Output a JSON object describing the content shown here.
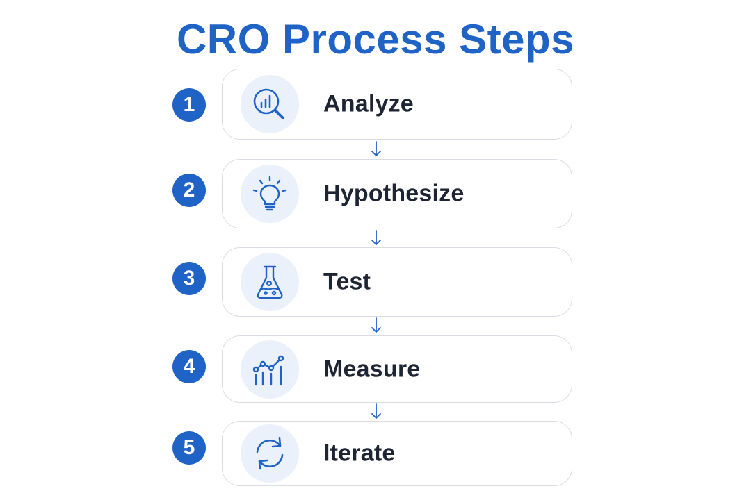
{
  "title": "CRO Process Steps",
  "colors": {
    "accent": "#1f63c6",
    "icon_background": "#eaf1fb",
    "card_border": "#d9dde3",
    "label_text": "#1d2433"
  },
  "steps": [
    {
      "number": "1",
      "label": "Analyze",
      "icon": "magnifier-bar-chart-icon"
    },
    {
      "number": "2",
      "label": "Hypothesize",
      "icon": "lightbulb-icon"
    },
    {
      "number": "3",
      "label": "Test",
      "icon": "flask-icon"
    },
    {
      "number": "4",
      "label": "Measure",
      "icon": "line-bar-chart-icon"
    },
    {
      "number": "5",
      "label": "Iterate",
      "icon": "refresh-cycle-icon"
    }
  ]
}
